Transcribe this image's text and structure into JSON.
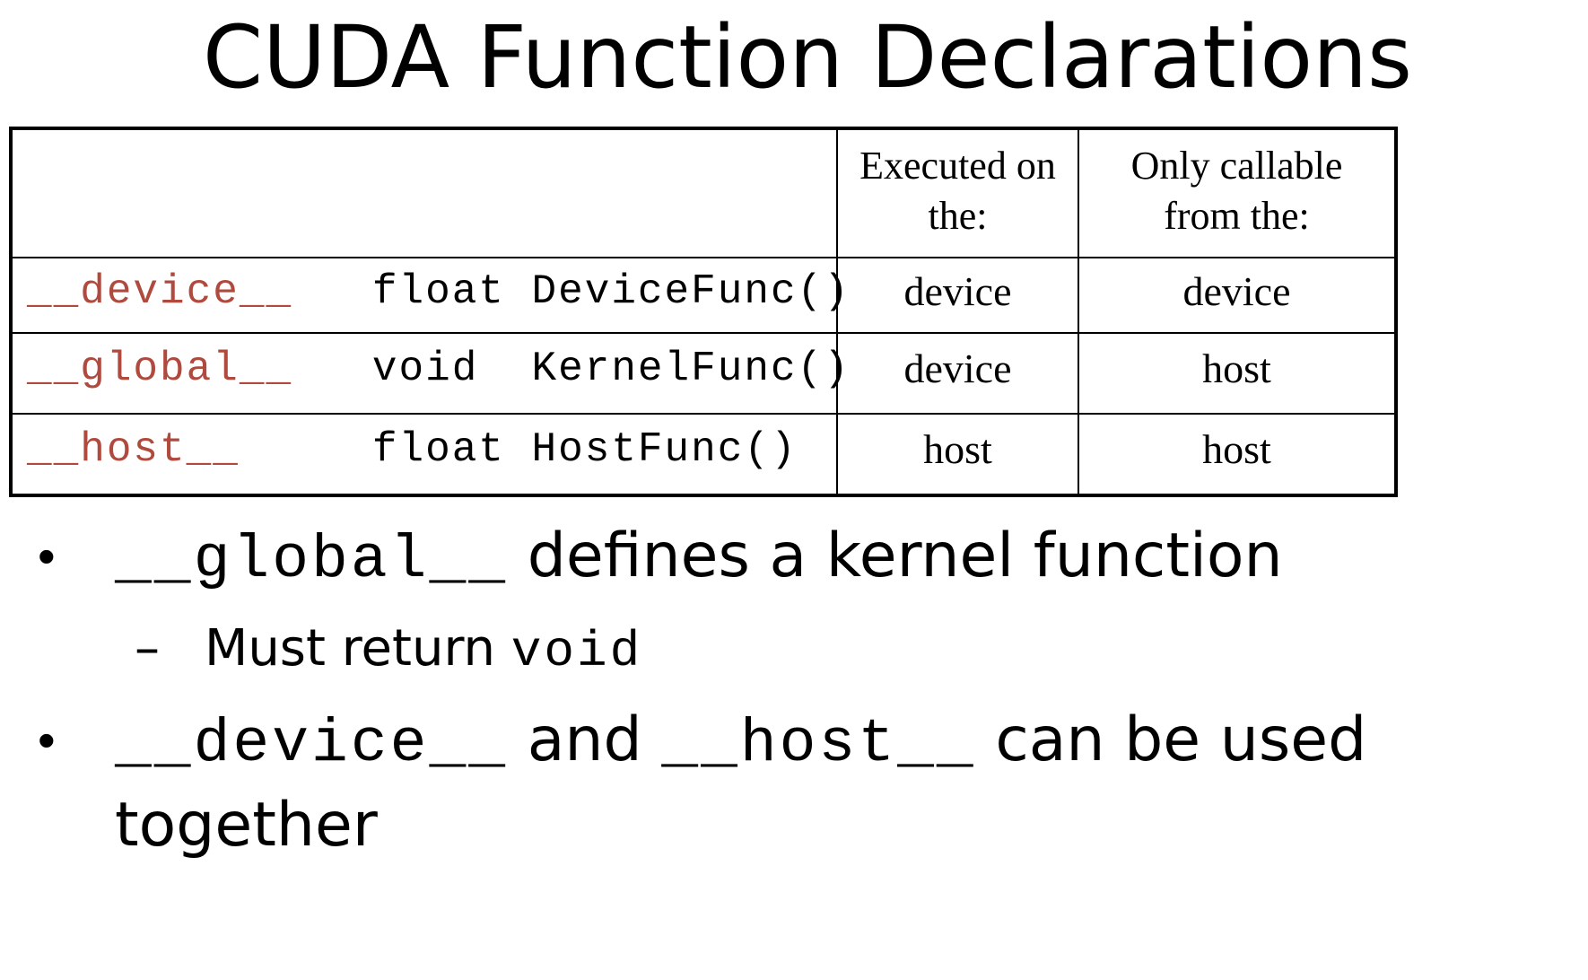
{
  "title": "CUDA Function Declarations",
  "table": {
    "headers": {
      "executed_on_line1": "Executed on",
      "executed_on_line2": "the:",
      "callable_from_line1": "Only callable",
      "callable_from_line2": "from the:"
    },
    "rows": [
      {
        "qualifier": "__device__",
        "declaration": "float DeviceFunc()",
        "executed_on": "device",
        "callable_from": "device"
      },
      {
        "qualifier": "__global__",
        "declaration": "void  KernelFunc()",
        "executed_on": "device",
        "callable_from": "host"
      },
      {
        "qualifier": "__host__",
        "declaration": "float HostFunc()",
        "executed_on": "host",
        "callable_from": "host"
      }
    ]
  },
  "bullets": {
    "b1_code": "__global__",
    "b1_text": "defines a kernel function",
    "b1_sub_text": "Must return",
    "b1_sub_code": "void",
    "b2_code1": "__device__",
    "b2_and": "and",
    "b2_code2": "__host__",
    "b2_text": "can be used",
    "b2_text2": "together"
  },
  "colors": {
    "qualifier": "#b04a3e"
  }
}
